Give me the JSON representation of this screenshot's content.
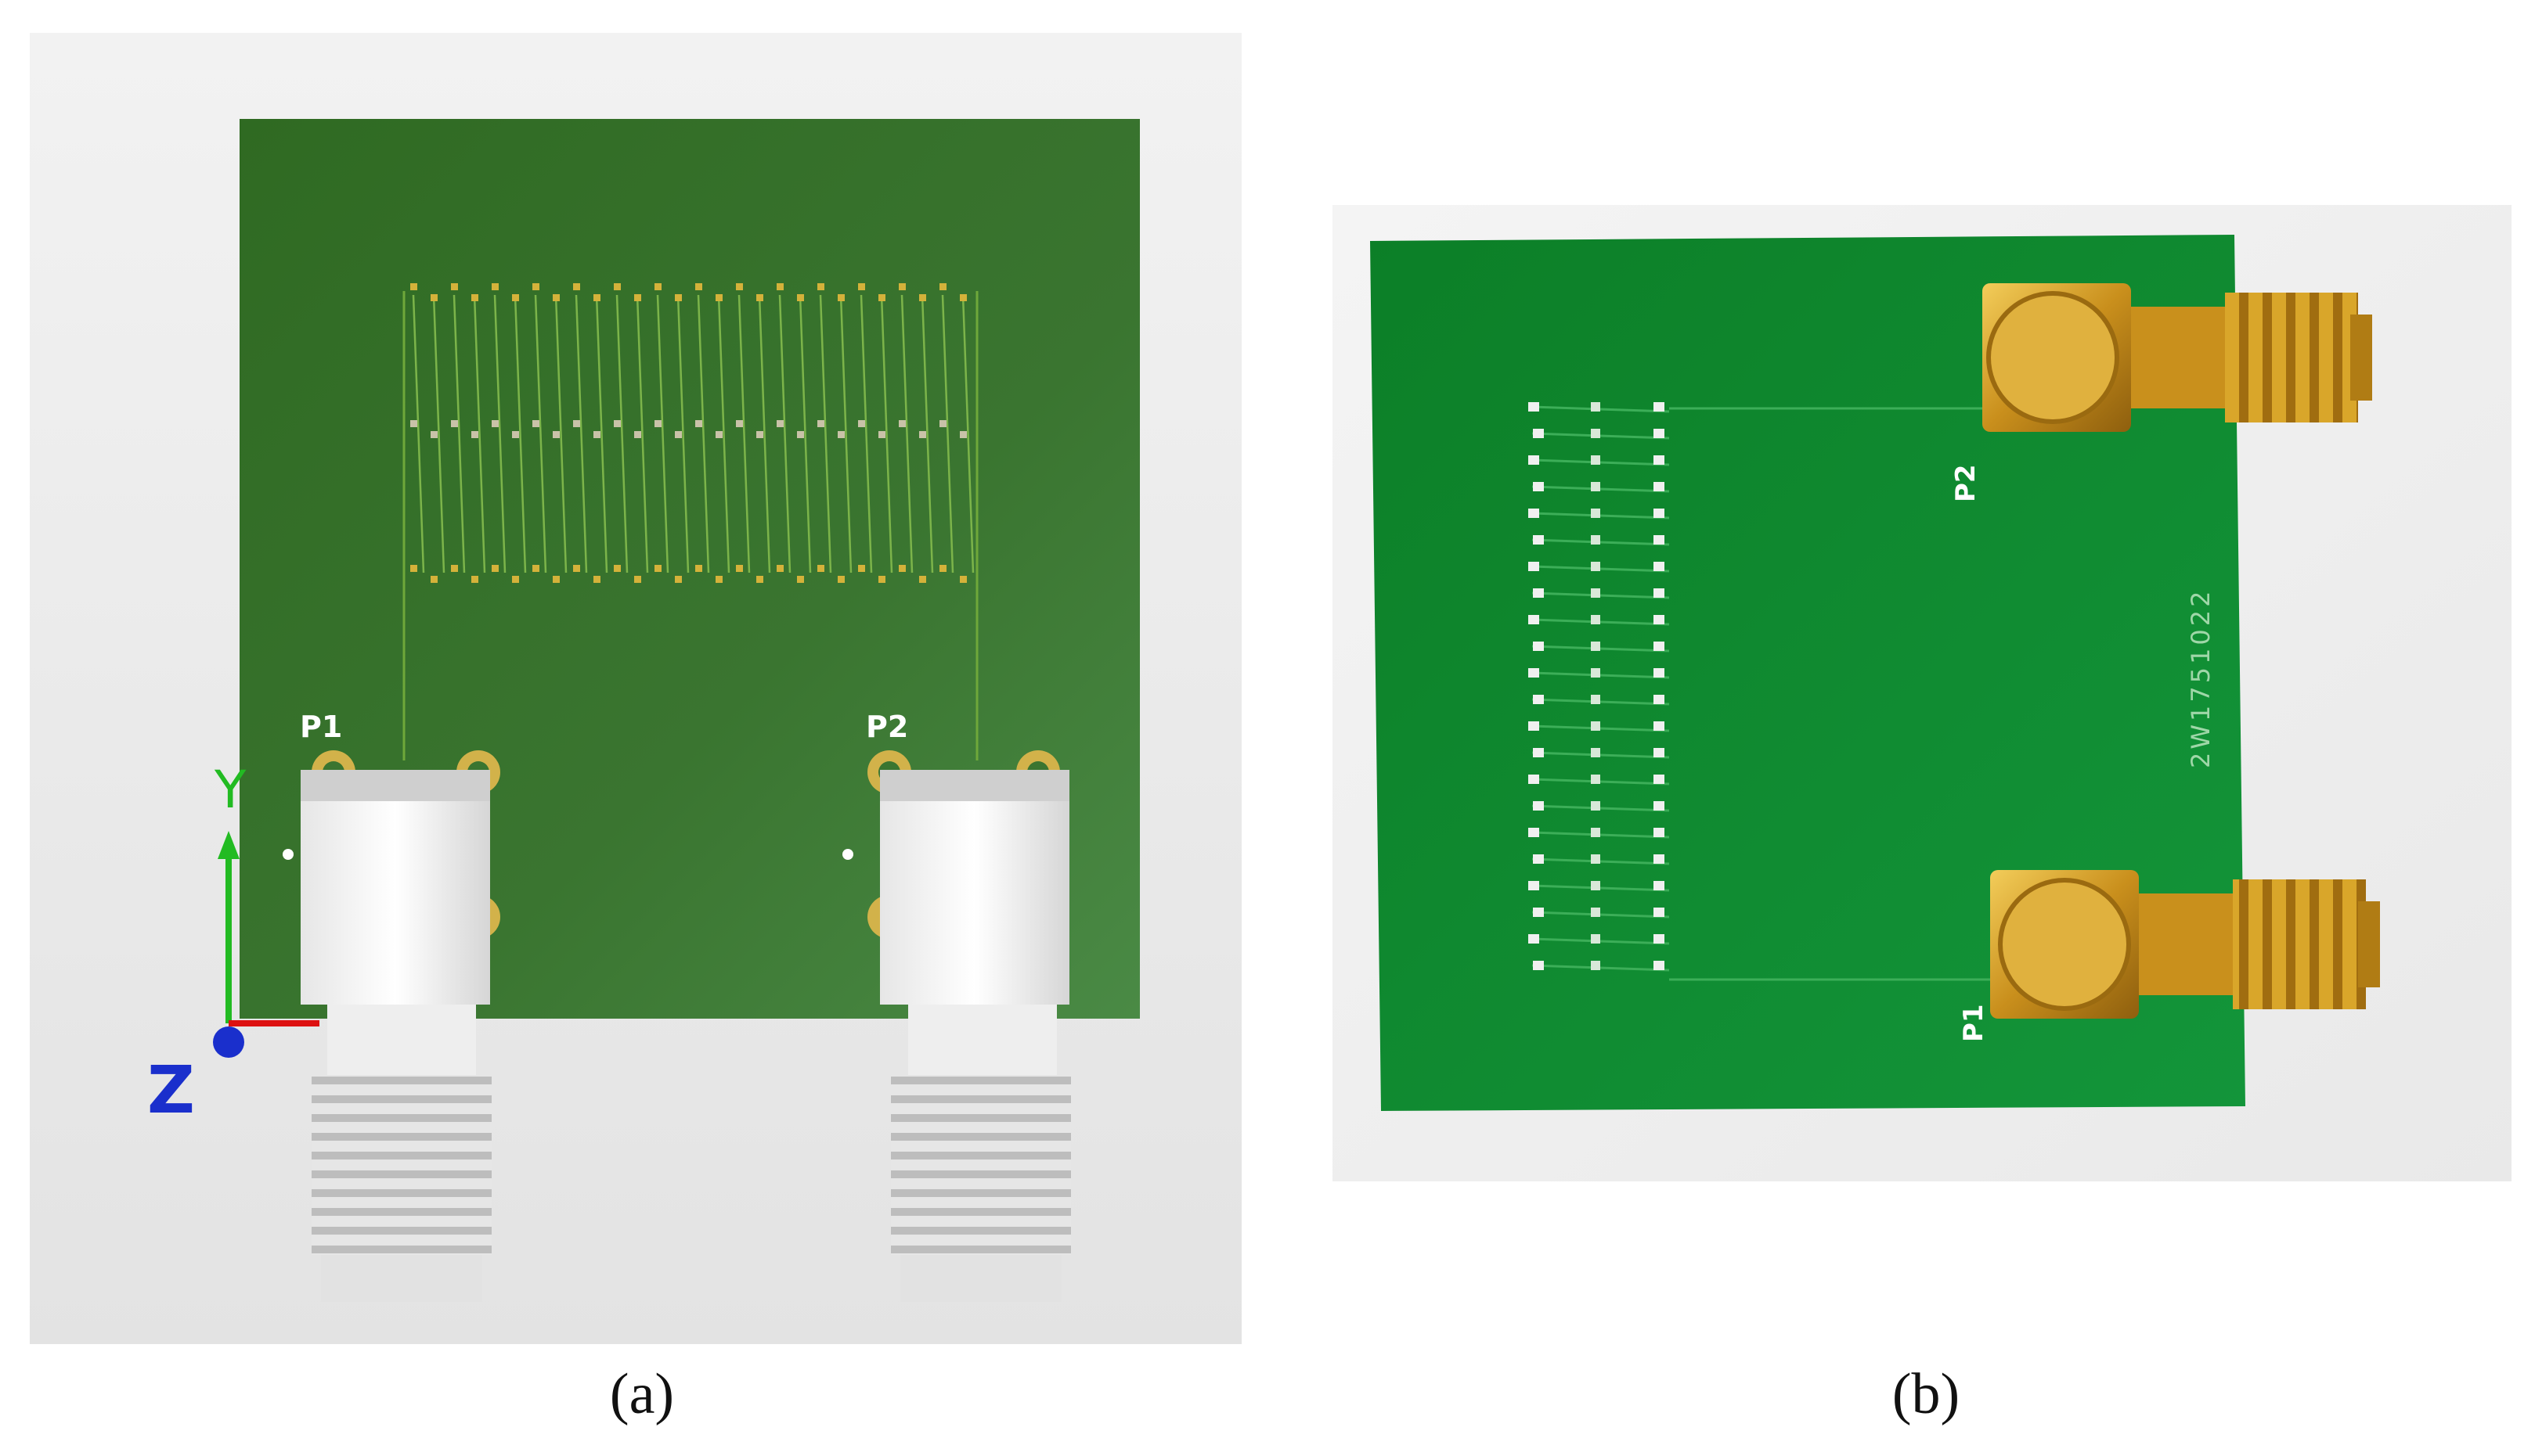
{
  "panel_a": {
    "port_labels": [
      "P1",
      "P2"
    ],
    "axis_labels": {
      "y": "Y",
      "z": "Z"
    },
    "caption": {
      "open": "(",
      "letter": "a",
      "close": ")"
    }
  },
  "panel_b": {
    "port_labels": [
      "P2",
      "P1"
    ],
    "silkscreen_code": "2W1751022",
    "caption": {
      "open": "(",
      "letter": "b",
      "close": ")"
    }
  },
  "colors": {
    "render_background": "#e8e8e8",
    "pcb_render_green": "#3f7a34",
    "pcb_photo_green": "#0f8a2c",
    "gold": "#d9a62a",
    "connector_white": "#f2f2f2",
    "axis_y": "#22bb22",
    "axis_x": "#dd1111",
    "axis_z": "#1a2fcc"
  },
  "icons": [
    "coordinate-axis-gizmo",
    "sma-connector-icon"
  ]
}
